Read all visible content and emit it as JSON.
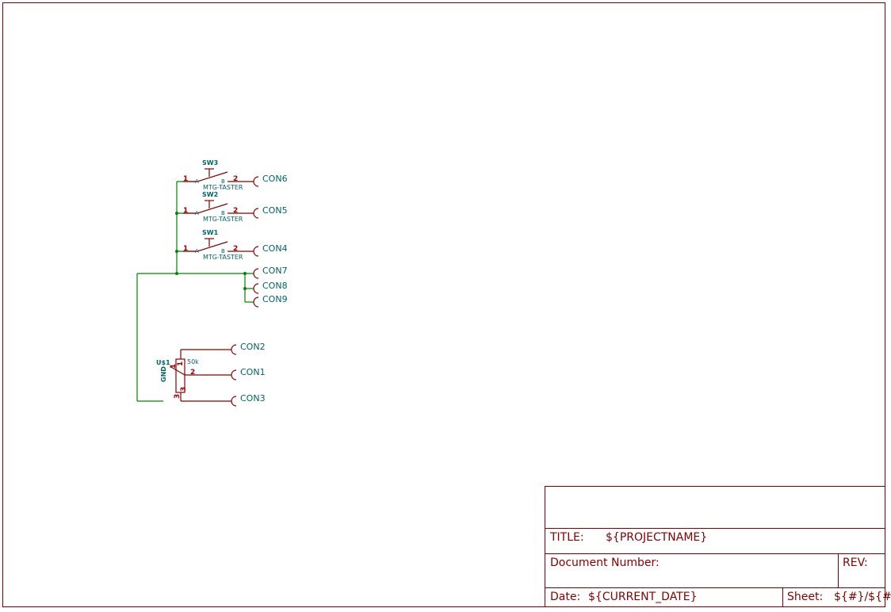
{
  "colors": {
    "frame": "#840000",
    "wire": "#008400",
    "label": "#006464",
    "pin_number": "#a00000"
  },
  "switches": [
    {
      "ref": "SW3",
      "value": "MTG-TASTER",
      "pin1": "1",
      "pin2": "2",
      "pinA": "A",
      "pinB": "B"
    },
    {
      "ref": "SW2",
      "value": "MTG-TASTER",
      "pin1": "1",
      "pin2": "2",
      "pinA": "A",
      "pinB": "B"
    },
    {
      "ref": "SW1",
      "value": "MTG-TASTER",
      "pin1": "1",
      "pin2": "2",
      "pinA": "A",
      "pinB": "B"
    }
  ],
  "connectors": {
    "con6": "CON6",
    "con5": "CON5",
    "con4": "CON4",
    "con7": "CON7",
    "con8": "CON8",
    "con9": "CON9",
    "con2": "CON2",
    "con1": "CON1",
    "con3": "CON3"
  },
  "pot": {
    "ref": "U$1",
    "value": "50k",
    "gnd": "GND",
    "pin1": "1",
    "pin2": "2",
    "pin3": "3",
    "pin1b": "1",
    "pin3b": "3"
  },
  "title_block": {
    "title_label": "TITLE:",
    "title_value": "${PROJECTNAME}",
    "doc_label": "Document Number:",
    "rev_label": "REV:",
    "date_label": "Date:",
    "date_value": "${CURRENT_DATE}",
    "sheet_label": "Sheet:",
    "sheet_value": "${#}/${##}"
  }
}
